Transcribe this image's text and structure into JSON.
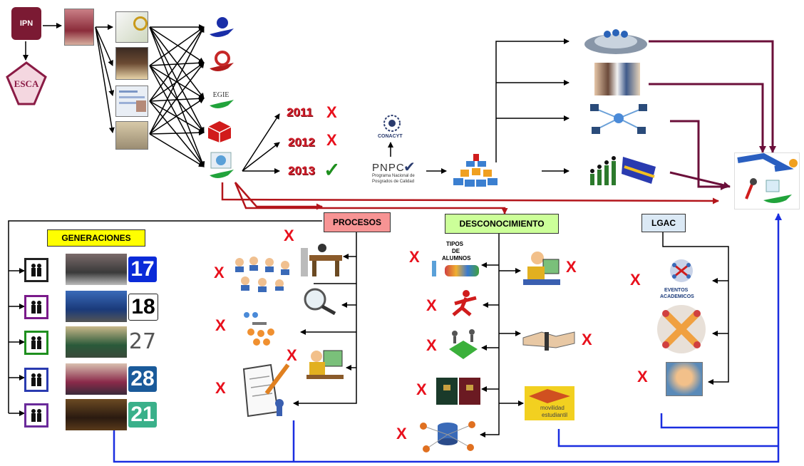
{
  "years": [
    {
      "label": "2011",
      "mark": "X"
    },
    {
      "label": "2012",
      "mark": "X"
    },
    {
      "label": "2013",
      "mark": "✓"
    }
  ],
  "conacyt": {
    "logo_text": "CONACYT"
  },
  "pnpc": {
    "name": "PNPC",
    "check": "✔",
    "subtitle_line1": "Programa Nacional de",
    "subtitle_line2": "Posgrados de Calidad"
  },
  "generaciones": {
    "label": "GENERACIONES",
    "numbers": [
      "17",
      "18",
      "27",
      "28",
      "21"
    ]
  },
  "procesos": {
    "label": "PROCESOS"
  },
  "desconocimiento": {
    "label": "DESCONOCIMIENTO",
    "tipos_line1": "TIPOS",
    "tipos_line2": "DE",
    "tipos_line3": "ALUMNOS",
    "movilidad_line1": "movilidad",
    "movilidad_line2": "estudiantil"
  },
  "lgac": {
    "label": "LGAC",
    "eventos_line1": "EVENTOS",
    "eventos_line2": "ACADEMICOS"
  },
  "logos": {
    "ipn": "IPN",
    "esca": "ESCA",
    "egie": "EGIE"
  },
  "marks": {
    "x": "X"
  },
  "colors": {
    "red_arrow": "#b3151b",
    "maroon_arrow": "#6b0f3a",
    "blue_arrow": "#1a2ee0",
    "x_red": "#e8101c",
    "generaciones_bg": "#ffff00",
    "procesos_bg": "#f79494",
    "desconocimiento_bg": "#ccff99",
    "lgac_bg": "#dbe9f5"
  }
}
